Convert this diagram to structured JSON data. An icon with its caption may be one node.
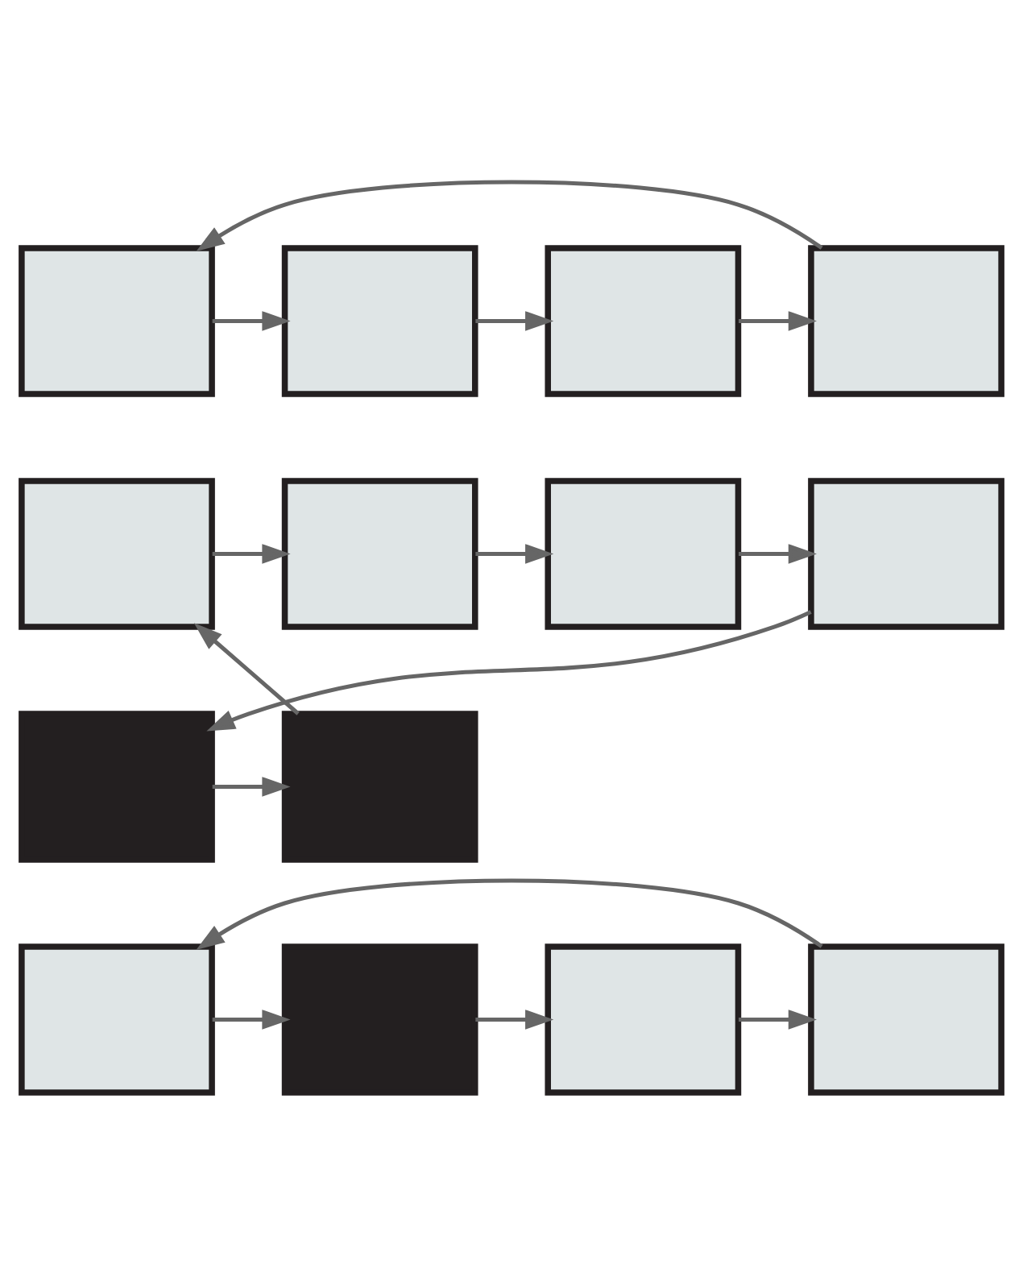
{
  "diagram": {
    "nodes": [
      {
        "text": [],
        "shape": "box"
      },
      {
        "text": [],
        "shape": "box"
      },
      {
        "text": [],
        "shape": "box"
      },
      {
        "text": [],
        "shape": "box"
      },
      {
        "text": [],
        "shape": "box"
      },
      {
        "text": [],
        "shape": "box"
      },
      {
        "text": [],
        "shape": "box"
      },
      {
        "text": [],
        "shape": "box"
      },
      {
        "text": [],
        "shape": "box"
      },
      {
        "text": [],
        "shape": "box"
      },
      {
        "text": [],
        "shape": "box"
      },
      {
        "text": [],
        "shape": "box"
      },
      {
        "text": [],
        "shape": "box"
      },
      {
        "text": [],
        "shape": "box"
      }
    ],
    "edges": [
      {
        "from": 0,
        "to": 1,
        "arrow": "to"
      },
      {
        "from": 1,
        "to": 2,
        "arrow": "to"
      },
      {
        "from": 2,
        "to": 3,
        "arrow": "to"
      },
      {
        "from": 3,
        "to": 0,
        "arrow": "to"
      },
      {
        "from": 4,
        "to": 5,
        "arrow": "to"
      },
      {
        "from": 5,
        "to": 6,
        "arrow": "to"
      },
      {
        "from": 6,
        "to": 7,
        "arrow": "to"
      },
      {
        "from": 7,
        "to": 9,
        "arrow": "to"
      },
      {
        "from": 9,
        "to": 8,
        "arrow": "to"
      },
      {
        "from": 8,
        "to": 4,
        "arrow": "to"
      },
      {
        "from": 10,
        "to": 11,
        "arrow": "to"
      },
      {
        "from": 11,
        "to": 12,
        "arrow": "to"
      },
      {
        "from": 12,
        "to": 13,
        "arrow": "to"
      },
      {
        "from": 13,
        "to": 10,
        "arrow": "to"
      }
    ]
  }
}
